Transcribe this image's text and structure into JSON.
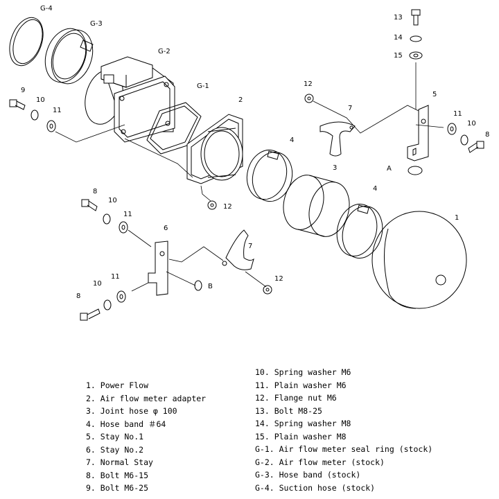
{
  "callouts": {
    "g4": "G-4",
    "g3": "G-3",
    "g2": "G-2",
    "g1": "G-1",
    "n1": "1",
    "n2": "2",
    "n3": "3",
    "n4a": "4",
    "n4b": "4",
    "n5": "5",
    "n6": "6",
    "n7a": "7",
    "n7b": "7",
    "n8a": "8",
    "n8b": "8",
    "n8c": "8",
    "n9": "9",
    "n10a": "10",
    "n10b": "10",
    "n10c": "10",
    "n10d": "10",
    "n11a": "11",
    "n11b": "11",
    "n11c": "11",
    "n11d": "11",
    "n12a": "12",
    "n12b": "12",
    "n12c": "12",
    "n13": "13",
    "n14": "14",
    "n15": "15",
    "refA": "A",
    "refB": "B"
  },
  "legend_left": [
    "1. Power Flow",
    "2. Air flow meter adapter",
    "3. Joint hose φ 100",
    "4. Hose band ＃64",
    "5. Stay No.1",
    "6. Stay No.2",
    "7. Normal Stay",
    "8. Bolt M6-15",
    "9. Bolt M6-25"
  ],
  "legend_right": [
    "10. Spring washer M6",
    "11. Plain washer M6",
    "12. Flange nut M6",
    "13. Bolt M8-25",
    "14. Spring washer M8",
    "15. Plain washer M8",
    "G-1. Air flow meter seal ring (stock)",
    "G-2. Air flow meter (stock)",
    "G-3. Hose band (stock)",
    "G-4. Suction hose (stock)"
  ]
}
